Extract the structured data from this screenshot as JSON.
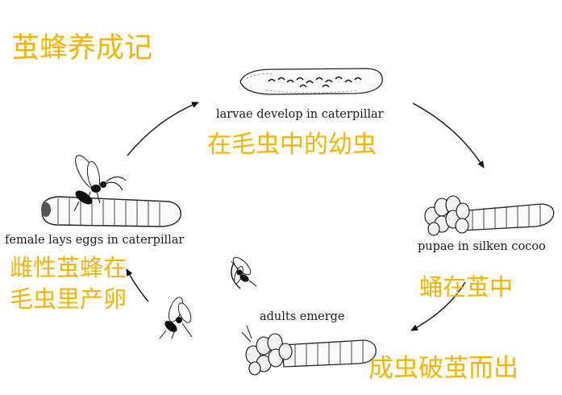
{
  "title": "茧蜂养成记",
  "stages": {
    "larvae": {
      "en": "larvae develop in caterpillar",
      "cn": "在毛虫中的幼虫"
    },
    "pupae": {
      "en": "pupae in silken cocoo",
      "cn": "蛹在茧中"
    },
    "adults": {
      "en": "adults emerge",
      "cn": "成虫破茧而出"
    },
    "female": {
      "en": "female lays eggs in caterpillar",
      "cn_line1": "雌性茧蜂在",
      "cn_line2": "毛虫里产卵"
    }
  },
  "colors": {
    "accent": "#f4b400",
    "ink": "#1a1a1a"
  },
  "icons": [
    "wasp-icon",
    "caterpillar-icon",
    "cocoon-icon",
    "arrow-icon"
  ]
}
